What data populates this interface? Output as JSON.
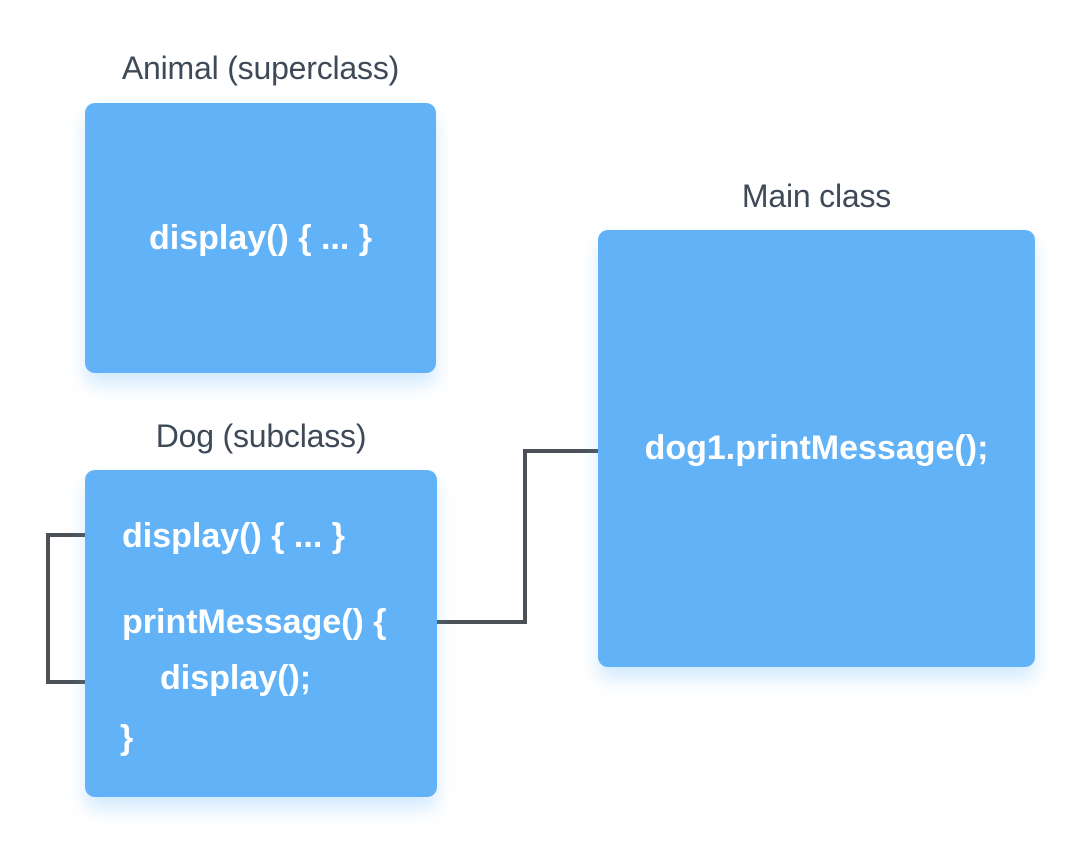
{
  "theme": {
    "bg": "#ffffff",
    "box_blue": "#62b2f7",
    "arrow_color": "#4b5157",
    "title_color": "#3e4a57",
    "code_color": "#ffffff"
  },
  "diagram": {
    "boxes": {
      "animal": {
        "label": "Animal (superclass)",
        "code": "display() { ... }"
      },
      "dog": {
        "label": "Dog (subclass)",
        "lines": [
          "display() { ... }",
          "printMessage() {",
          "display();",
          "}"
        ]
      },
      "main": {
        "label": "Main class",
        "code": "dog1.printMessage();"
      }
    },
    "arrows": [
      {
        "name": "call-arrow",
        "from": "dog1.printMessage();",
        "to": "printMessage() {"
      },
      {
        "name": "internal-call-arrow",
        "from": "display();",
        "to": "display() { ... }"
      }
    ]
  }
}
